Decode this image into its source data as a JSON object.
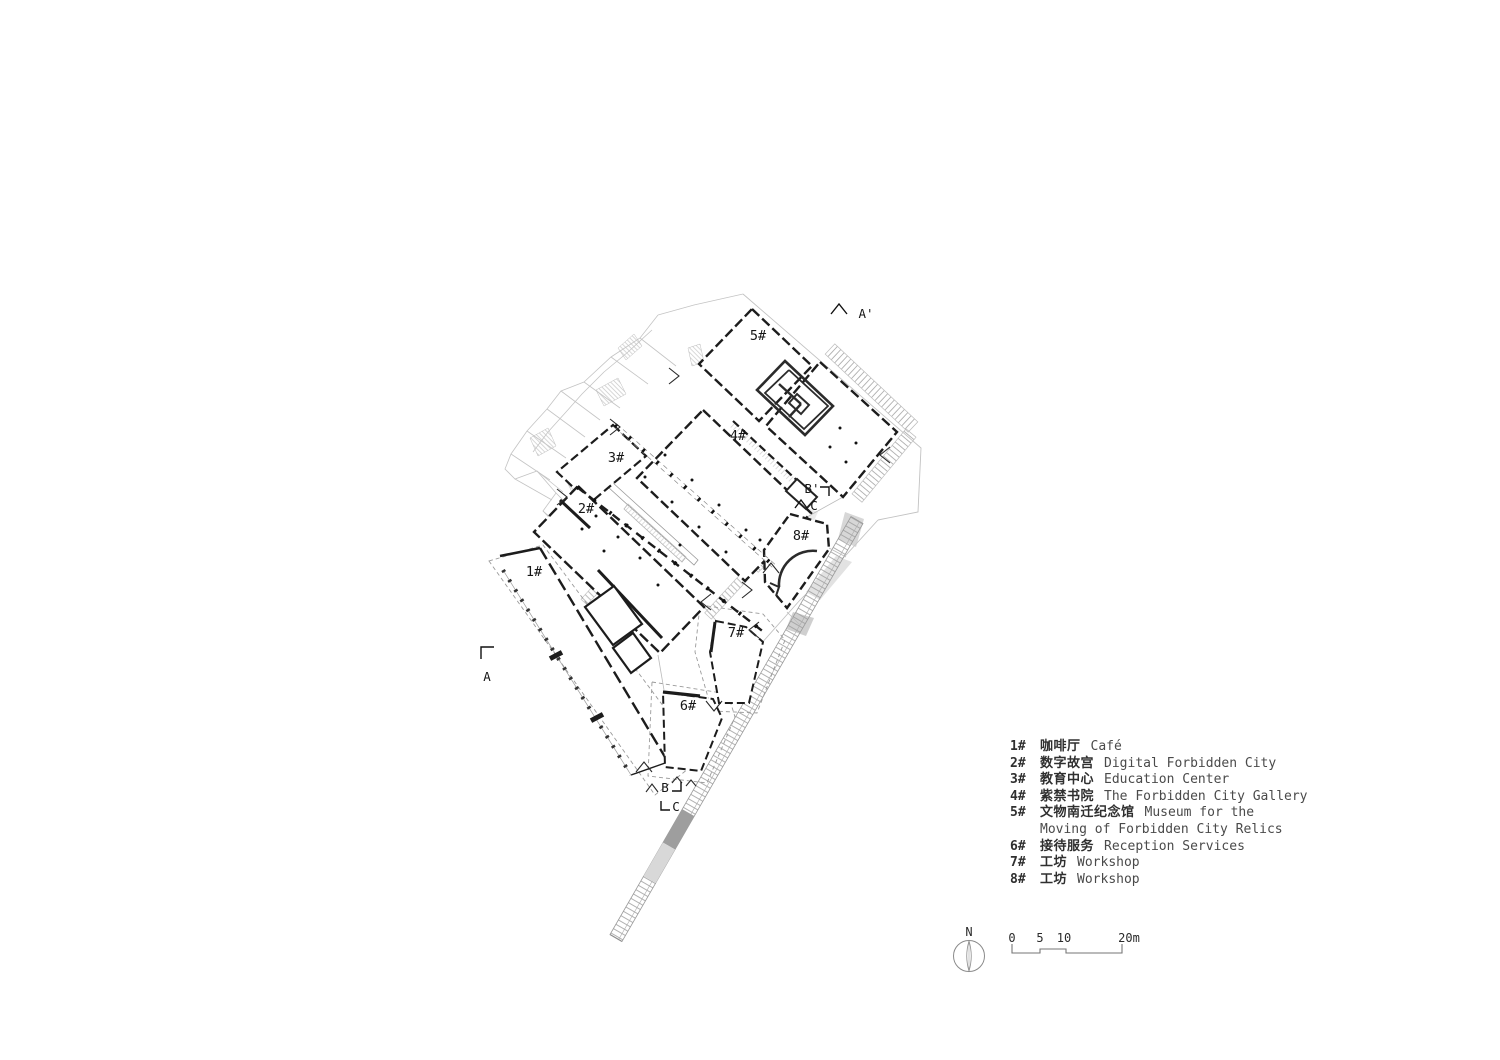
{
  "plan": {
    "building_labels": {
      "b1": "1#",
      "b2": "2#",
      "b3": "3#",
      "b4": "4#",
      "b5": "5#",
      "b6": "6#",
      "b7": "7#",
      "b8": "8#"
    },
    "section_markers": {
      "a": "A",
      "a_prime": "A'",
      "b": "B",
      "b_prime": "B'",
      "c_upper": "C",
      "c_lower": "C"
    }
  },
  "legend": {
    "rows": [
      {
        "num": "1#",
        "zh": "咖啡厅",
        "en": "Café"
      },
      {
        "num": "2#",
        "zh": "数字故宫",
        "en": "Digital Forbidden City"
      },
      {
        "num": "3#",
        "zh": "教育中心",
        "en": "Education Center"
      },
      {
        "num": "4#",
        "zh": "紫禁书院",
        "en": "The Forbidden City Gallery"
      },
      {
        "num": "5#",
        "zh": "文物南迁纪念馆",
        "en": "Museum for the"
      },
      {
        "num": "",
        "zh": "",
        "en": "Moving of Forbidden City Relics"
      },
      {
        "num": "6#",
        "zh": "接待服务",
        "en": "Reception Services"
      },
      {
        "num": "7#",
        "zh": "工坊",
        "en": "Workshop"
      },
      {
        "num": "8#",
        "zh": "工坊",
        "en": "Workshop"
      }
    ]
  },
  "compass": {
    "label": "N"
  },
  "scale_bar": {
    "ticks": [
      "0",
      "5",
      "10",
      "20m"
    ]
  }
}
